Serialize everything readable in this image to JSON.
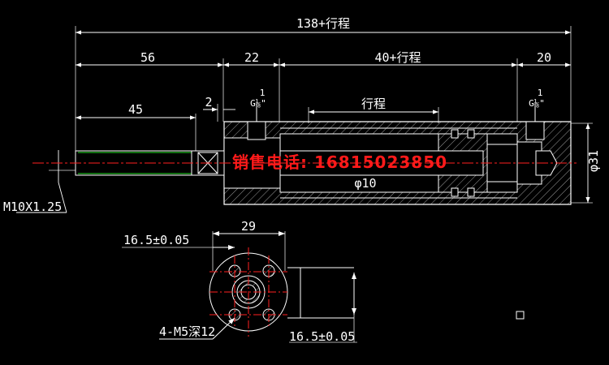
{
  "dimensions": {
    "overall": "138+行程",
    "d56": "56",
    "d22": "22",
    "d40": "40+行程",
    "d20": "20",
    "d45": "45",
    "d2": "2",
    "stroke": "行程",
    "port_left": "G⅛\"",
    "port_right": "G⅛\"",
    "port_left_top": "1",
    "port_right_top": "1",
    "bore_dia": "φ10",
    "body_dia": "φ31",
    "thread": "M10X1.25",
    "d29": "29",
    "tol_h": "16.5±0.05",
    "tol_v": "16.5±0.05",
    "holes": "4-M5深12"
  },
  "watermark": "销售电话: 16815023850",
  "colors": {
    "background": "#000000",
    "outline": "#ffffff",
    "centerline": "#ff2020",
    "rod_edge": "#22dd22",
    "hatch": "#9a9a9a",
    "watermark": "#ff1a1a"
  }
}
